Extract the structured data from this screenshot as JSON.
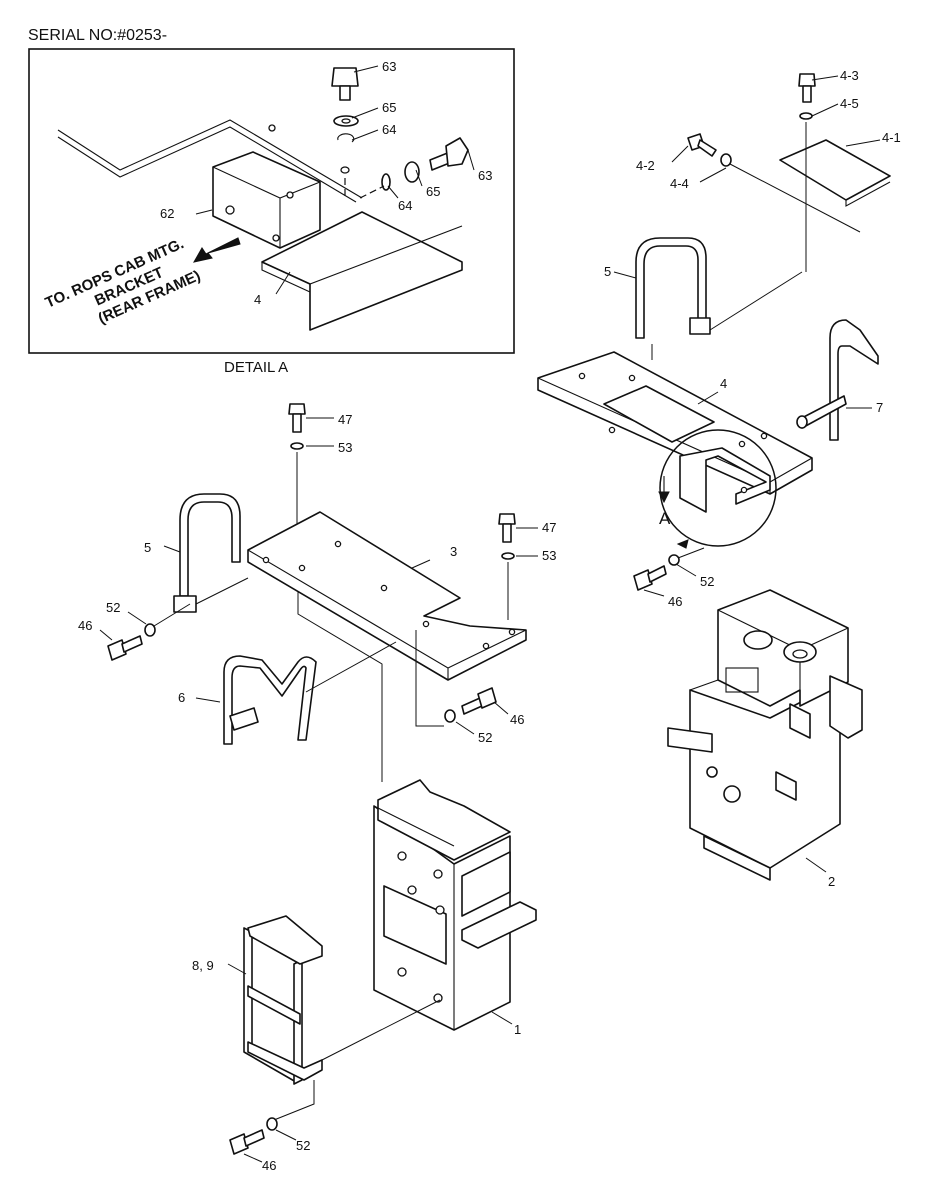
{
  "header": {
    "serial": "SERIAL NO:#0253-"
  },
  "detail": {
    "caption": "DETAIL A",
    "note_lines": [
      "TO. ROPS CAB MTG.",
      "BRACKET",
      "(REAR FRAME)"
    ],
    "circle_letter": "A"
  },
  "callouts": {
    "d63a": "63",
    "d65a": "65",
    "d64a": "64",
    "d63b": "63",
    "d65b": "65",
    "d64b": "64",
    "d62": "62",
    "d4": "4",
    "p4_3": "4-3",
    "p4_5": "4-5",
    "p4_1": "4-1",
    "p4_2": "4-2",
    "p4_4": "4-4",
    "p5r": "5",
    "p4": "4",
    "p7": "7",
    "p52r": "52",
    "p46r": "46",
    "p47a": "47",
    "p53a": "53",
    "p47b": "47",
    "p53b": "53",
    "p3": "3",
    "p5l": "5",
    "p52l": "52",
    "p46l": "46",
    "p6": "6",
    "p52c": "52",
    "p46c": "46",
    "p2": "2",
    "p1": "1",
    "p89": "8, 9",
    "p52b": "52",
    "p46b": "46"
  }
}
